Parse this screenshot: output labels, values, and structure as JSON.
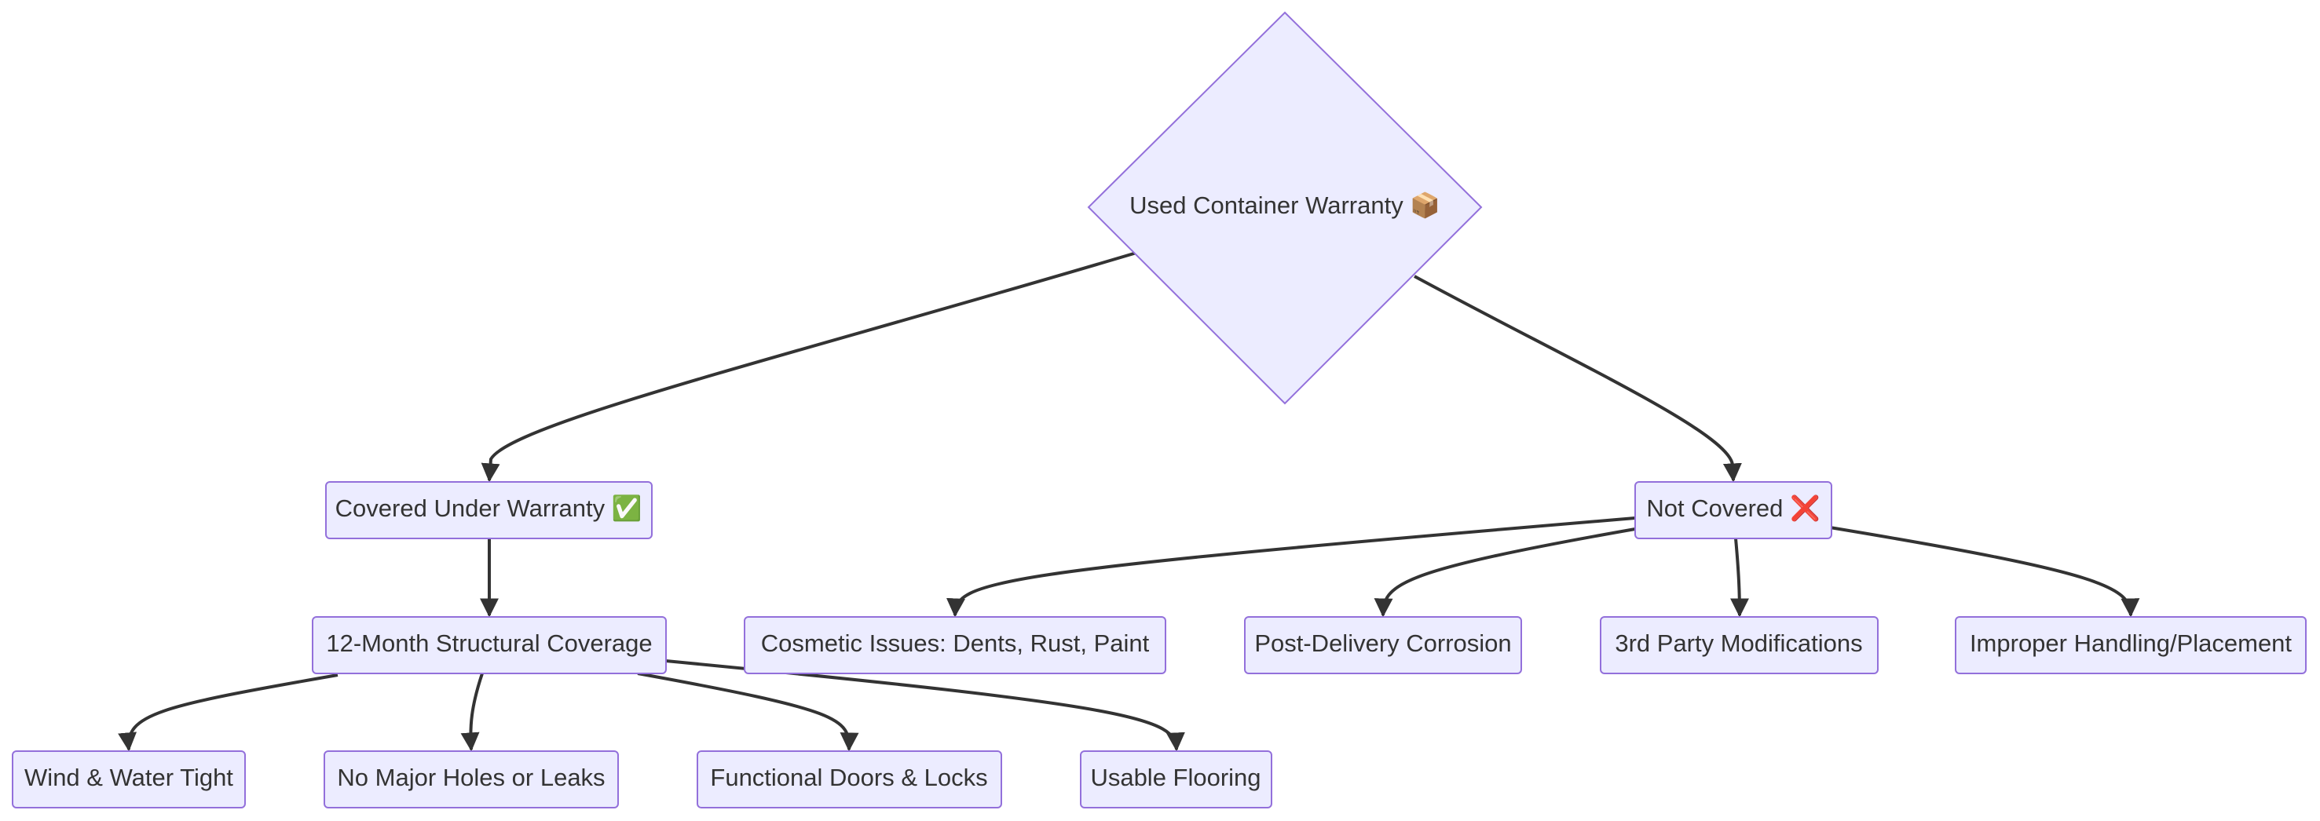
{
  "colors": {
    "node_fill": "#ECECFF",
    "node_stroke": "#9370DB",
    "edge": "#333333",
    "text": "#333333"
  },
  "nodes": {
    "root": {
      "label": "Used Container Warranty 📦"
    },
    "covered": {
      "label": "Covered Under Warranty ✅"
    },
    "not_covered": {
      "label": "Not Covered ❌"
    },
    "structural": {
      "label": "12-Month Structural Coverage"
    },
    "wind_water": {
      "label": "Wind & Water Tight"
    },
    "no_holes": {
      "label": "No Major Holes or Leaks"
    },
    "doors_locks": {
      "label": "Functional Doors & Locks"
    },
    "flooring": {
      "label": "Usable Flooring"
    },
    "cosmetic": {
      "label": "Cosmetic Issues: Dents, Rust, Paint"
    },
    "corrosion": {
      "label": "Post-Delivery Corrosion"
    },
    "modifications": {
      "label": "3rd Party Modifications"
    },
    "handling": {
      "label": "Improper Handling/Placement"
    }
  },
  "edges": [
    {
      "from": "root",
      "to": "covered"
    },
    {
      "from": "root",
      "to": "not_covered"
    },
    {
      "from": "covered",
      "to": "structural"
    },
    {
      "from": "structural",
      "to": "wind_water"
    },
    {
      "from": "structural",
      "to": "no_holes"
    },
    {
      "from": "structural",
      "to": "doors_locks"
    },
    {
      "from": "structural",
      "to": "flooring"
    },
    {
      "from": "not_covered",
      "to": "cosmetic"
    },
    {
      "from": "not_covered",
      "to": "corrosion"
    },
    {
      "from": "not_covered",
      "to": "modifications"
    },
    {
      "from": "not_covered",
      "to": "handling"
    }
  ]
}
